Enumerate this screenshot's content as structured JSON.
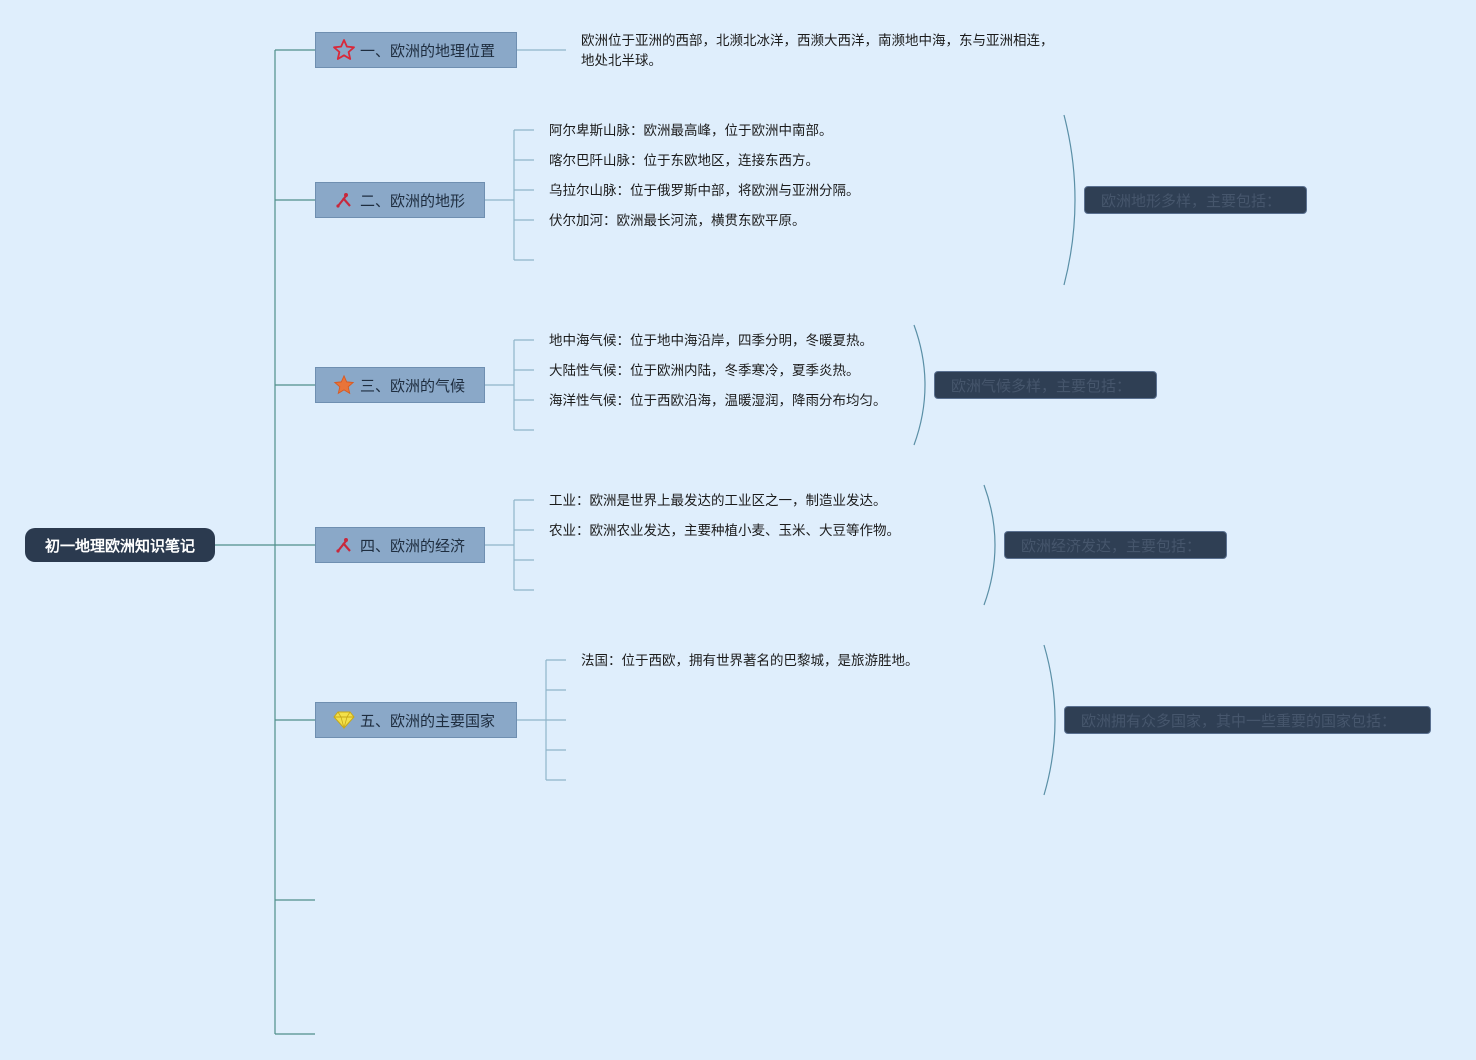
{
  "root": {
    "label": "初一地理欧洲知识笔记"
  },
  "topics": [
    {
      "label": "一、欧洲的地理位置",
      "icon": "star-outline-icon",
      "leaves": [
        "欧洲位于亚洲的西部，北濒北冰洋，西濒大西洋，南濒地中海，东与亚洲相连，",
        "地处北半球。"
      ]
    },
    {
      "label": "二、欧洲的地形",
      "icon": "tools-icon",
      "leaves": [
        "阿尔卑斯山脉：欧洲最高峰，位于欧洲中南部。",
        "喀尔巴阡山脉：位于东欧地区，连接东西方。",
        "乌拉尔山脉：位于俄罗斯中部，将欧洲与亚洲分隔。",
        "伏尔加河：欧洲最长河流，横贯东欧平原。"
      ],
      "summary": "欧洲地形多样，主要包括："
    },
    {
      "label": "三、欧洲的气候",
      "icon": "star-filled-icon",
      "leaves": [
        "地中海气候：位于地中海沿岸，四季分明，冬暖夏热。",
        "大陆性气候：位于欧洲内陆，冬季寒冷，夏季炎热。",
        "海洋性气候：位于西欧沿海，温暖湿润，降雨分布均匀。"
      ],
      "summary": "欧洲气候多样，主要包括："
    },
    {
      "label": "四、欧洲的经济",
      "icon": "tools-icon",
      "leaves": [
        "工业：欧洲是世界上最发达的工业区之一，制造业发达。",
        "农业：欧洲农业发达，主要种植小麦、玉米、大豆等作物。"
      ],
      "summary": "欧洲经济发达，主要包括："
    },
    {
      "label": "五、欧洲的主要国家",
      "icon": "diamond-icon",
      "leaves": [
        "法国：位于西欧，拥有世界著名的巴黎城，是旅游胜地。"
      ],
      "summary": "欧洲拥有众多国家，其中一些重要的国家包括："
    }
  ],
  "colors": {
    "background": "#dfeefc",
    "line": "#4f8f8a",
    "topic_fill": "#8aa8c8",
    "root_fill": "#2b3a4f",
    "summary_fill": "#2f3f54"
  }
}
